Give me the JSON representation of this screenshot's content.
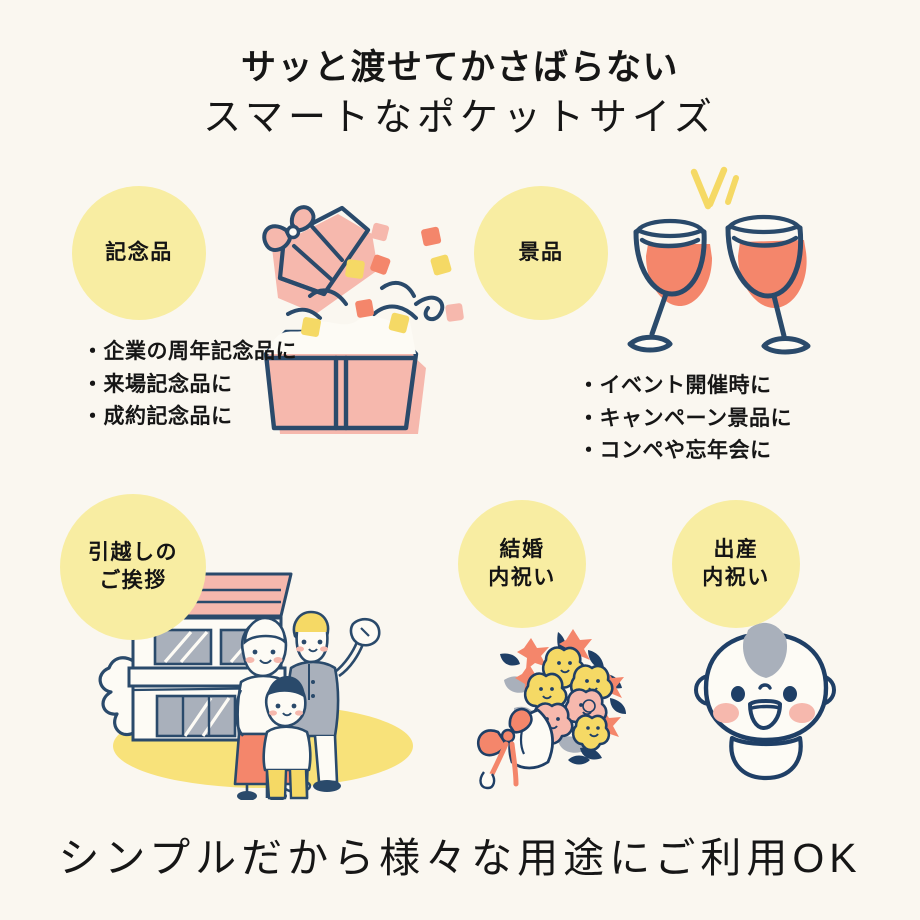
{
  "page": {
    "background_color": "#faf7f0",
    "ink_color": "#2a4a6b",
    "accent_yellow": "#f8eda2",
    "accent_coral": "#f4866b",
    "accent_pink": "#f6b8ad",
    "accent_gray": "#a9b0bb"
  },
  "headline": {
    "line1": "サッと渡せてかさばらない",
    "line2": "スマートなポケットサイズ"
  },
  "categories": [
    {
      "id": "kinenhin",
      "circle_label": "記念品",
      "illustration": "gift-box-illustration",
      "bullets": [
        "・企業の周年記念品に",
        "・来場記念品に",
        "・成約記念品に"
      ]
    },
    {
      "id": "keihin",
      "circle_label": "景品",
      "illustration": "toasting-glasses-illustration",
      "bullets": [
        "・イベント開催時に",
        "・キャンペーン景品に",
        "・コンペや忘年会に"
      ]
    },
    {
      "id": "hikkoshi",
      "circle_label_line1": "引越しの",
      "circle_label_line2": "ご挨拶",
      "illustration": "house-family-illustration"
    },
    {
      "id": "kekkon",
      "circle_label_line1": "結婚",
      "circle_label_line2": "内祝い",
      "illustration": "bouquet-illustration"
    },
    {
      "id": "shussan",
      "circle_label_line1": "出産",
      "circle_label_line2": "内祝い",
      "illustration": "baby-illustration"
    }
  ],
  "banner": {
    "text": "シンプルだから様々な用途にご利用OK"
  }
}
